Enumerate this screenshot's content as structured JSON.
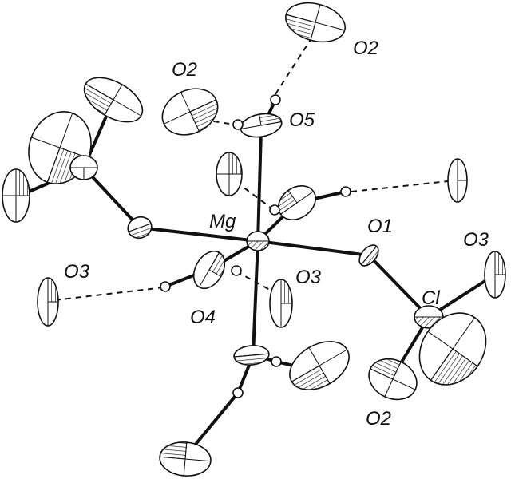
{
  "figure": {
    "labels": {
      "mg": "Mg",
      "cl": "Cl",
      "o1": "O1",
      "o2_top": "O2",
      "o2_left": "O2",
      "o2_bottom": "O2",
      "o3_right": "O3",
      "o3_left": "O3",
      "o3_center": "O3",
      "o4": "O4",
      "o5": "O5"
    }
  }
}
